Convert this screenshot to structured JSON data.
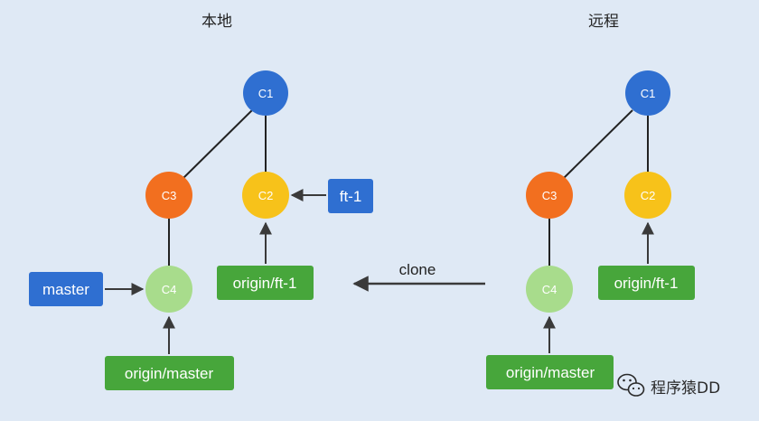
{
  "titles": {
    "local": "本地",
    "remote": "远程"
  },
  "colors": {
    "c1": "#2f6fd1",
    "c3": "#f26f1f",
    "c2": "#f7c21a",
    "c4": "#a8dc8c",
    "branch": "#2f6fd1",
    "remote_branch": "#47a63b",
    "line": "#222222",
    "arrow": "#3a3a3a"
  },
  "local": {
    "commits": {
      "c1": "C1",
      "c2": "C2",
      "c3": "C3",
      "c4": "C4"
    },
    "branches": {
      "master": "master",
      "ft1": "ft-1"
    },
    "remote_branches": {
      "origin_ft1": "origin/ft-1",
      "origin_master": "origin/master"
    }
  },
  "remote": {
    "commits": {
      "c1": "C1",
      "c2": "C2",
      "c3": "C3",
      "c4": "C4"
    },
    "remote_branches": {
      "origin_ft1": "origin/ft-1",
      "origin_master": "origin/master"
    }
  },
  "clone_label": "clone",
  "watermark": {
    "text": "程序猿DD",
    "icon": "wechat-icon"
  }
}
